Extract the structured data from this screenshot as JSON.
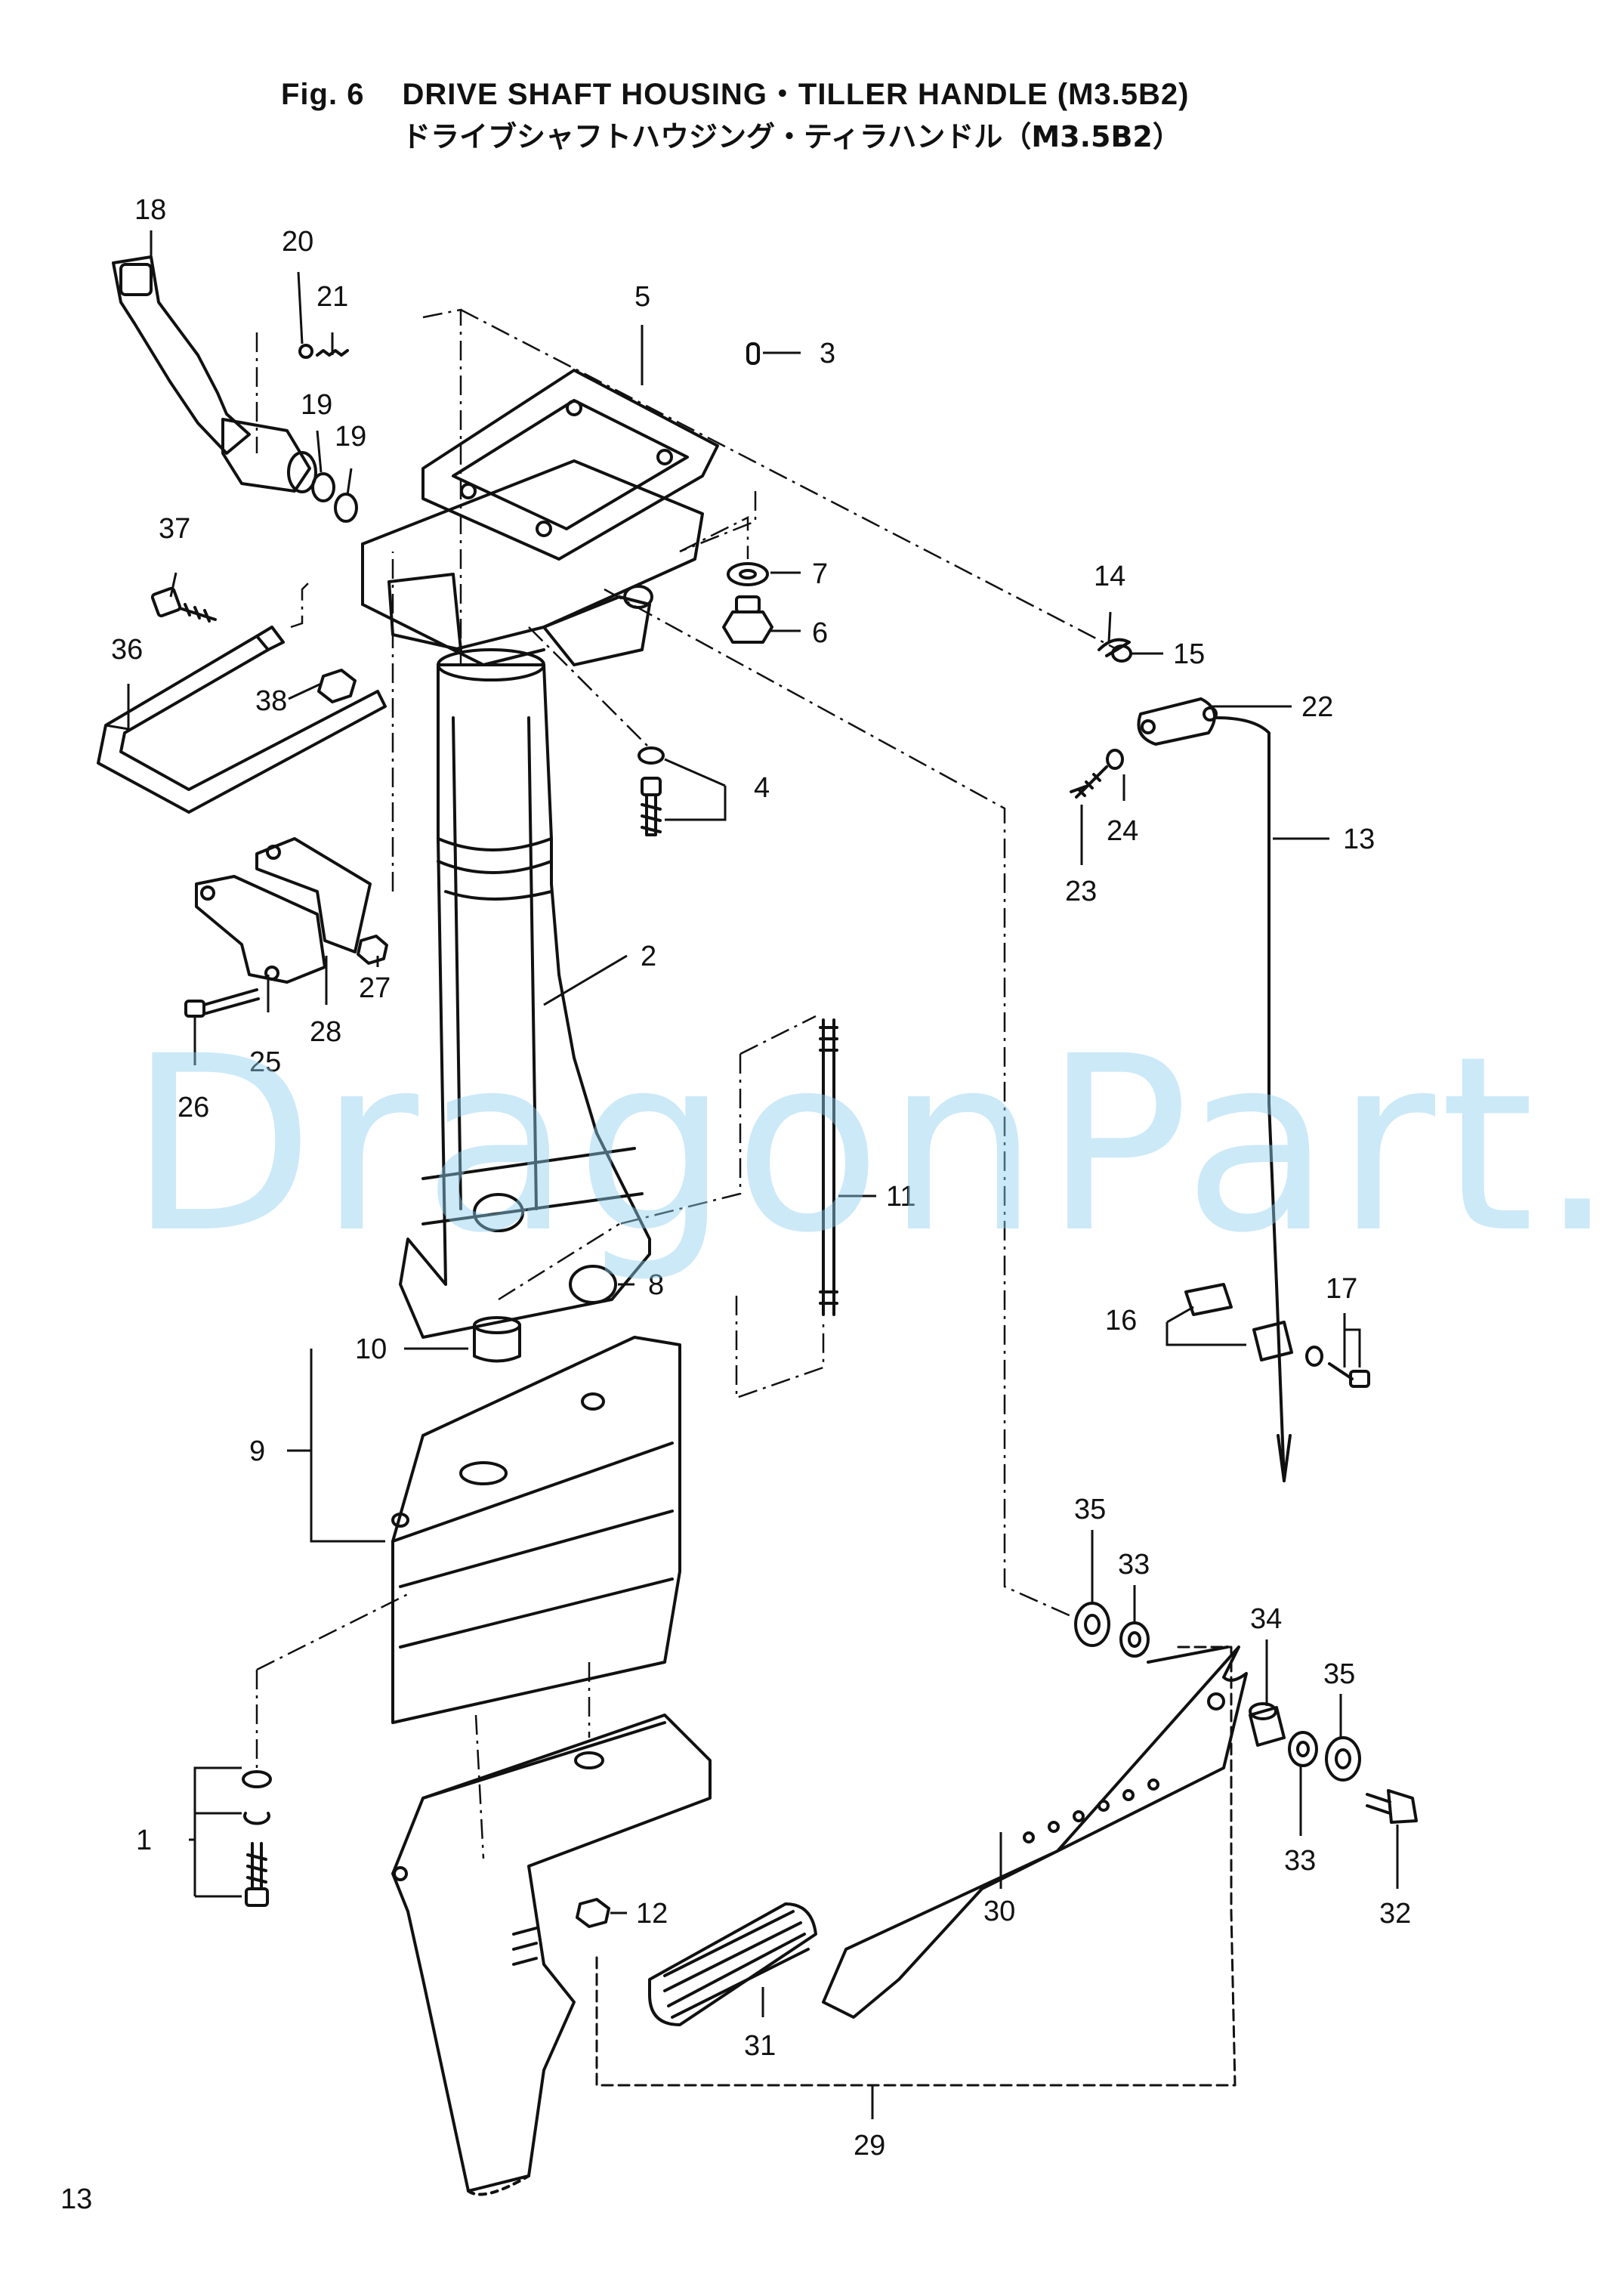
{
  "title": {
    "fig_label": "Fig. 6",
    "english": "DRIVE SHAFT HOUSING・TILLER HANDLE (M3.5B2)",
    "japanese": "ドライブシャフトハウジング・ティラハンドル（M3.5B2）"
  },
  "watermark": "DragonPart.ru",
  "page_number": "13",
  "callouts": [
    {
      "id": "c18",
      "label": "18"
    },
    {
      "id": "c20",
      "label": "20"
    },
    {
      "id": "c21",
      "label": "21"
    },
    {
      "id": "c19a",
      "label": "19"
    },
    {
      "id": "c19b",
      "label": "19"
    },
    {
      "id": "c5",
      "label": "5"
    },
    {
      "id": "c3",
      "label": "3"
    },
    {
      "id": "c37",
      "label": "37"
    },
    {
      "id": "c36",
      "label": "36"
    },
    {
      "id": "c38",
      "label": "38"
    },
    {
      "id": "c7",
      "label": "7"
    },
    {
      "id": "c6",
      "label": "6"
    },
    {
      "id": "c14",
      "label": "14"
    },
    {
      "id": "c15",
      "label": "15"
    },
    {
      "id": "c22",
      "label": "22"
    },
    {
      "id": "c4",
      "label": "4"
    },
    {
      "id": "c24",
      "label": "24"
    },
    {
      "id": "c13",
      "label": "13"
    },
    {
      "id": "c23",
      "label": "23"
    },
    {
      "id": "c27",
      "label": "27"
    },
    {
      "id": "c2",
      "label": "2"
    },
    {
      "id": "c28",
      "label": "28"
    },
    {
      "id": "c25",
      "label": "25"
    },
    {
      "id": "c26",
      "label": "26"
    },
    {
      "id": "c11",
      "label": "11"
    },
    {
      "id": "c8",
      "label": "8"
    },
    {
      "id": "c17",
      "label": "17"
    },
    {
      "id": "c10",
      "label": "10"
    },
    {
      "id": "c16",
      "label": "16"
    },
    {
      "id": "c9",
      "label": "9"
    },
    {
      "id": "c35a",
      "label": "35"
    },
    {
      "id": "c33a",
      "label": "33"
    },
    {
      "id": "c34",
      "label": "34"
    },
    {
      "id": "c35b",
      "label": "35"
    },
    {
      "id": "c1",
      "label": "1"
    },
    {
      "id": "c33b",
      "label": "33"
    },
    {
      "id": "c30",
      "label": "30"
    },
    {
      "id": "c12",
      "label": "12"
    },
    {
      "id": "c32",
      "label": "32"
    },
    {
      "id": "c31",
      "label": "31"
    },
    {
      "id": "c29",
      "label": "29"
    }
  ]
}
